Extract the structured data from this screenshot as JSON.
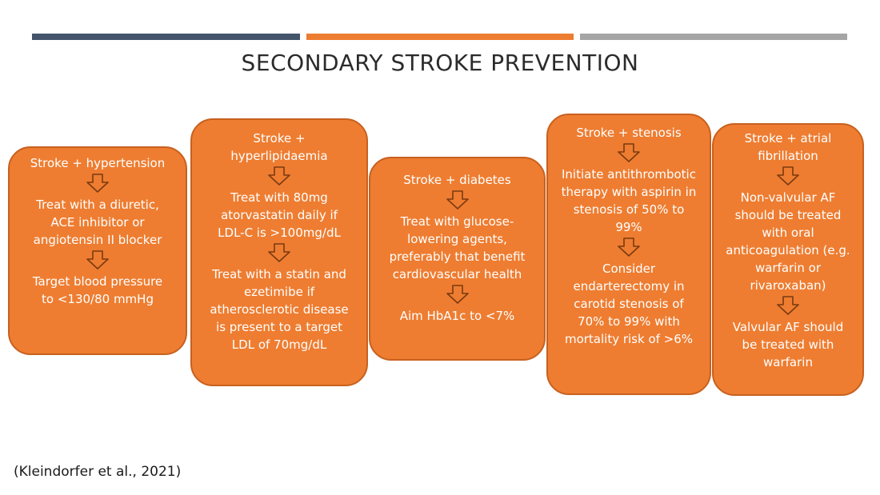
{
  "colors": {
    "bar_1": "#44546a",
    "bar_2": "#ed7d31",
    "bar_3": "#a5a5a5",
    "box_fill": "#ee7d31",
    "box_border": "#c8611f"
  },
  "title": "SECONDARY STROKE PREVENTION",
  "arrow_icon": "down-arrow-outline-icon",
  "columns": [
    {
      "steps": [
        "Stroke + hypertension",
        "Treat with a diuretic,\nACE inhibitor or\nangiotensin II blocker",
        "Target blood pressure\nto <130/80 mmHg"
      ]
    },
    {
      "steps": [
        "Stroke +\nhyperlipidaemia",
        "Treat with 80mg\natorvastatin daily if\nLDL-C is >100mg/dL",
        "Treat with a statin and\nezetimibe if\natherosclerotic disease\nis present to a target\nLDL of 70mg/dL"
      ]
    },
    {
      "steps": [
        "Stroke + diabetes",
        "Treat with glucose-\nlowering agents,\npreferably that benefit\ncardiovascular health",
        "Aim HbA1c to <7%"
      ]
    },
    {
      "steps": [
        "Stroke + stenosis",
        "Initiate antithrombotic\ntherapy with aspirin in\nstenosis of 50% to\n99%",
        "Consider\nendarterectomy in\ncarotid stenosis of\n70% to 99% with\nmortality risk of >6%"
      ]
    },
    {
      "steps": [
        "Stroke + atrial\nfibrillation",
        "Non-valvular AF\nshould be treated\nwith oral\nanticoagulation (e.g.\nwarfarin or\nrivaroxaban)",
        "Valvular AF should\nbe treated with\nwarfarin"
      ]
    }
  ],
  "citation": "(Kleindorfer et al., 2021)"
}
